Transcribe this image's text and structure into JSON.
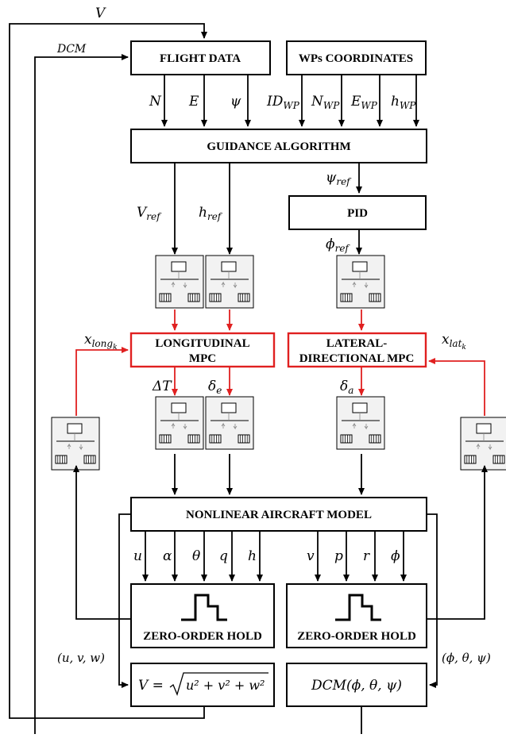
{
  "colors": {
    "line": "#000000",
    "mpc": "#e02020",
    "signal_red": "#e02020"
  },
  "blocks": {
    "flight_data": "FLIGHT DATA",
    "wps_coordinates": "WPs COORDINATES",
    "guidance": "GUIDANCE ALGORITHM",
    "pid": "PID",
    "long_mpc_l1": "LONGITUDINAL",
    "long_mpc_l2": "MPC",
    "lat_mpc_l1": "LATERAL-",
    "lat_mpc_l2": "DIRECTIONAL MPC",
    "aircraft": "NONLINEAR AIRCRAFT MODEL",
    "zoh_left": "ZERO-ORDER HOLD",
    "zoh_right": "ZERO-ORDER HOLD",
    "dcm_block": "DCM(ϕ, θ, ψ)"
  },
  "signals": {
    "V": "V",
    "DCM": "DCM",
    "N": "N",
    "E": "E",
    "psi": "ψ",
    "ID": "ID",
    "ID_sub": "WP",
    "Nwp": "N",
    "Nwp_sub": "WP",
    "Ewp": "E",
    "Ewp_sub": "WP",
    "hwp": "h",
    "hwp_sub": "WP",
    "psi_ref": "ψ",
    "psi_ref_sub": "ref",
    "V_ref": "V",
    "V_ref_sub": "ref",
    "h_ref": "h",
    "h_ref_sub": "ref",
    "phi_ref": "ϕ",
    "phi_ref_sub": "ref",
    "x_long": "x",
    "x_long_sub": "long",
    "x_long_subsub": "k",
    "x_lat": "x",
    "x_lat_sub": "lat",
    "x_lat_subsub": "k",
    "dT": "ΔT",
    "de": "δ",
    "de_sub": "e",
    "da": "δ",
    "da_sub": "a",
    "u": "u",
    "alpha": "α",
    "theta": "θ",
    "q": "q",
    "h": "h",
    "v": "v",
    "p": "p",
    "r": "r",
    "phi": "ϕ",
    "uvw": "(u, v, w)",
    "phithetapsi": "(ϕ, θ, ψ)",
    "V_eq_left": "V = ",
    "V_eq_rad": "u² + v² + w²"
  },
  "icons": [
    "io-block-icon",
    "zero-order-hold-step-icon"
  ]
}
